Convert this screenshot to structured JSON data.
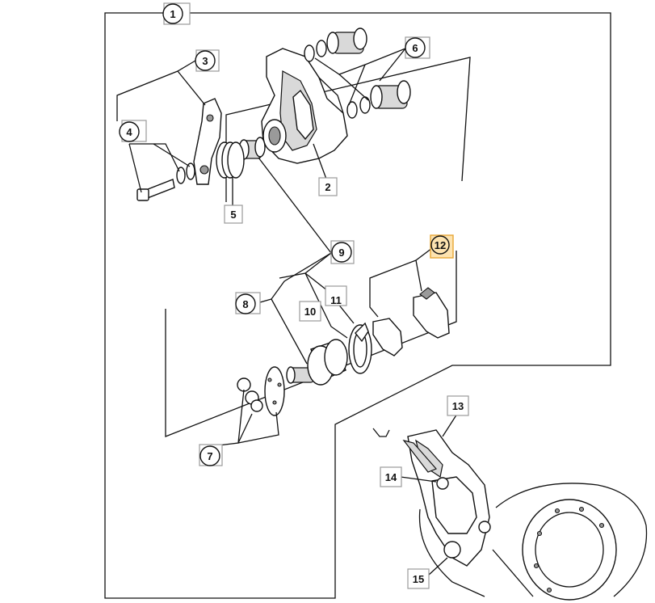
{
  "callouts": {
    "c1": "1",
    "c2": "2",
    "c3": "3",
    "c4": "4",
    "c5": "5",
    "c6": "6",
    "c7": "7",
    "c8": "8",
    "c9": "9",
    "c10": "10",
    "c11": "11",
    "c12": "12",
    "c13": "13",
    "c14": "14",
    "c15": "15"
  },
  "highlight_color": "#e8a736"
}
